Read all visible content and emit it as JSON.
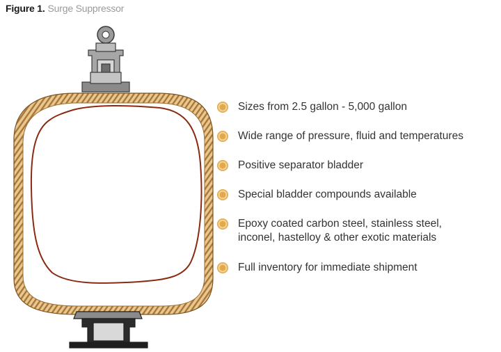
{
  "caption": {
    "figure_label": "Figure 1.",
    "title": "Surge Suppressor"
  },
  "features": [
    "Sizes from 2.5 gallon - 5,000 gallon",
    "Wide range of pressure, fluid and temperatures",
    "Positive separator bladder",
    "Special bladder compounds available",
    "Epoxy coated carbon steel, stainless steel, inconel, hastelloy & other exotic materials",
    "Full inventory for immediate shipment"
  ],
  "colors": {
    "shell_wrap": "#c99a4e",
    "bladder": "#8b2a12",
    "fitting_gray": "#8a8a8a",
    "bullet": "#e1a94a",
    "text": "#333333",
    "caption_gray": "#9a9a9a"
  }
}
